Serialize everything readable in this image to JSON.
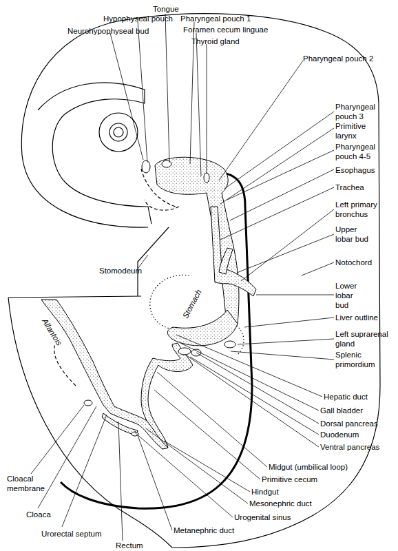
{
  "diagram": {
    "labels": [
      "Tongue",
      "Hypophyseal pouch",
      "Neurohypophyseal bud",
      "Pharyngeal pouch 1",
      "Foramen cecum linguae",
      "Thyroid gland",
      "Pharyngeal pouch 2",
      "Pharyngeal pouch 3",
      "Primitive larynx",
      "Pharyngeal pouch 4-5",
      "Esophagus",
      "Trachea",
      "Left primary bronchus",
      "Upper lobar bud",
      "Notochord",
      "Lower lobar bud",
      "Liver outline",
      "Left suprarenal gland",
      "Splenic primordium",
      "Stomodeum",
      "Hepatic duct",
      "Gall bladder",
      "Dorsal pancreas",
      "Duodenum",
      "Ventral pancreas",
      "Midgut (umbilical loop)",
      "Primitive cecum",
      "Hindgut",
      "Mesonephric duct",
      "Urogenital sinus",
      "Metanephric duct",
      "Cloacal membrane",
      "Cloaca",
      "Urorectal septum",
      "Rectum",
      "Allantois",
      "Stomach"
    ]
  }
}
